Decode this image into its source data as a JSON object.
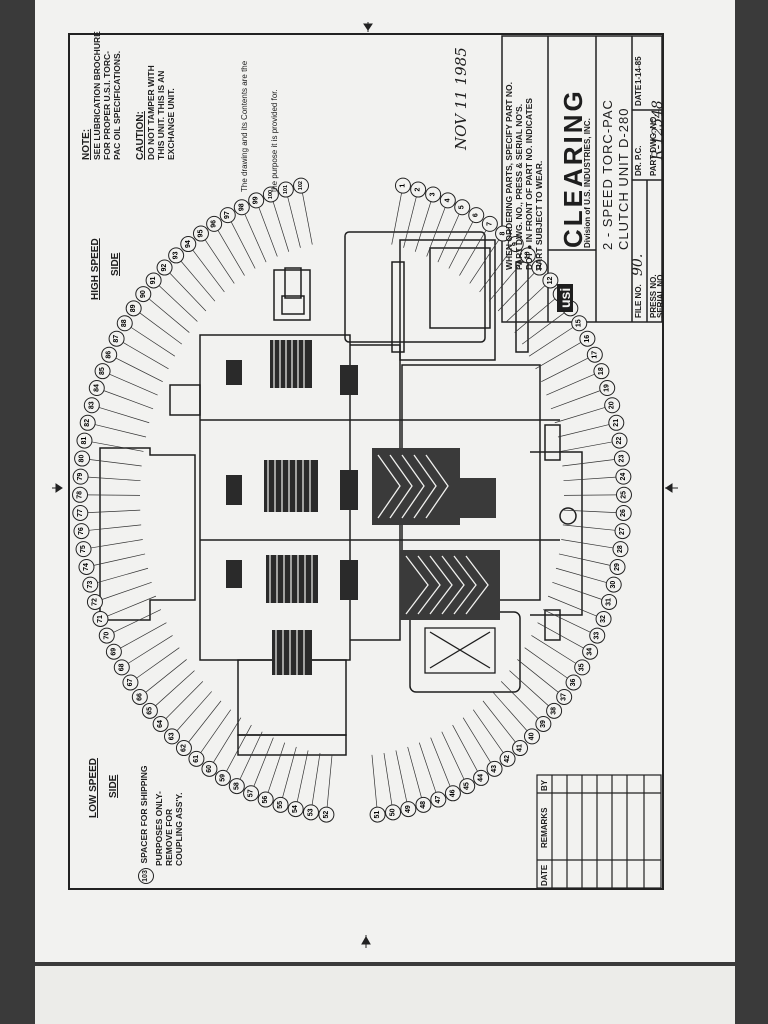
{
  "title_block": {
    "brand": "CLEARING",
    "logo_text": "usi",
    "division": "Division of U.S. INDUSTRIES, INC.",
    "product_line1": "2 - SPEED TORC-PAC",
    "product_line2": "CLUTCH UNIT D-280",
    "file_no_label": "FILE NO.",
    "file_no_value": "90.",
    "dr_label": "DR. P.C.",
    "date_label": "DATE",
    "date_value": "1-14-85",
    "press_no_label": "PRESS NO.",
    "serial_no_label": "SERIAL NO.",
    "part_dwg_label": "PART DWG. NO.",
    "part_dwg_value": "R-12548"
  },
  "ordering_note": [
    "WHEN ORDERING PARTS, SPECIFY PART NO.",
    "PART DWG. NO., PRESS & SERIAL NO'S.",
    "DOT ● IN FRONT OF PART NO. INDICATES",
    "PART SUBJECT TO WEAR."
  ],
  "stamp": "NOV 11 1985",
  "note": {
    "heading": "NOTE:",
    "lines": [
      "SEE LUBRICATION BROCHURE",
      "FOR PROPER U.S.I. TORC-",
      "PAC OIL SPECIFICATIONS."
    ]
  },
  "caution": {
    "heading": "CAUTION:",
    "lines": [
      "DO NOT TAMPER WITH",
      "THIS UNIT.  THIS IS AN",
      "EXCHANGE UNIT."
    ]
  },
  "proprietary": {
    "lines": [
      "The drawing and its Contents are the",
      "the purpose it is provided for."
    ]
  },
  "high_speed_label": [
    "HIGH SPEED",
    "SIDE"
  ],
  "low_speed_label": [
    "LOW SPEED",
    "SIDE"
  ],
  "spacer_note": {
    "number": "103",
    "lines": [
      "SPACER FOR SHIPPING",
      "PURPOSES ONLY-",
      "REMOVE FOR",
      "COUPLING ASS'Y."
    ]
  },
  "revision_table": {
    "headers": [
      "DATE",
      "REMARKS",
      "BY"
    ]
  },
  "balloons": {
    "right": [
      "1",
      "2",
      "3",
      "4",
      "5",
      "6",
      "7",
      "8",
      "9",
      "10",
      "11",
      "12",
      "13",
      "14",
      "15",
      "16",
      "17",
      "18",
      "19",
      "20",
      "21",
      "22",
      "23",
      "24",
      "25",
      "26",
      "27",
      "28",
      "29",
      "30",
      "31",
      "32",
      "33",
      "34",
      "35",
      "36",
      "37",
      "38",
      "39",
      "40",
      "41",
      "42",
      "43",
      "44",
      "45",
      "46",
      "47",
      "48",
      "49",
      "50",
      "51"
    ],
    "left": [
      "52",
      "53",
      "54",
      "55",
      "56",
      "57",
      "58",
      "59",
      "60",
      "61",
      "62",
      "63",
      "64",
      "65",
      "66",
      "67",
      "68",
      "69",
      "70",
      "71",
      "72",
      "73",
      "74",
      "75",
      "76",
      "77",
      "78",
      "79",
      "80",
      "81",
      "82",
      "83",
      "84",
      "85",
      "86",
      "87",
      "88",
      "89",
      "90",
      "91",
      "92",
      "93",
      "94",
      "95",
      "96",
      "97",
      "98",
      "99",
      "100",
      "101",
      "102"
    ]
  }
}
